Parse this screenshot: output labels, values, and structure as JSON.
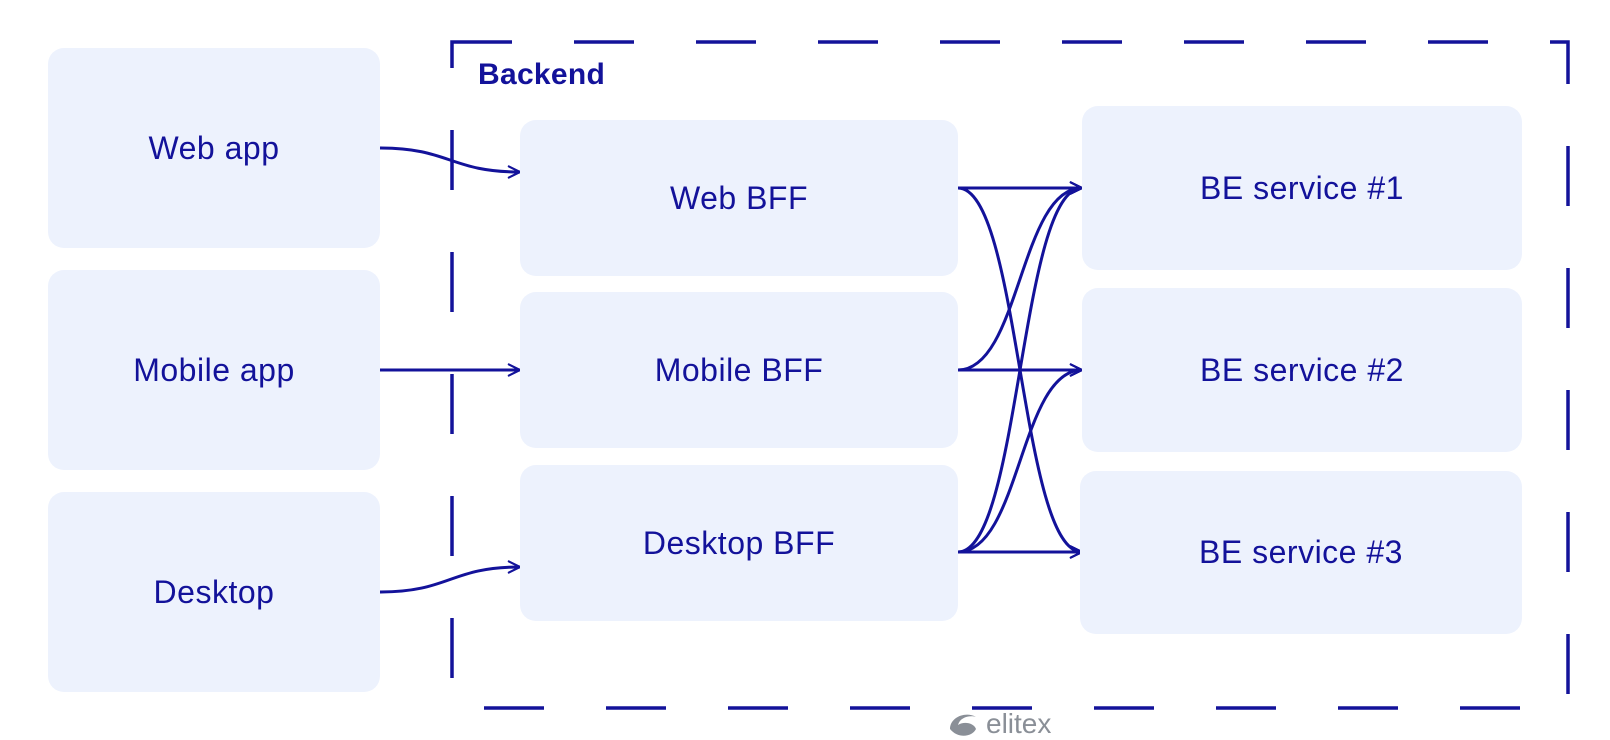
{
  "group": {
    "title": "Backend"
  },
  "clients": [
    {
      "id": "web",
      "label": "Web app"
    },
    {
      "id": "mobile",
      "label": "Mobile app"
    },
    {
      "id": "desktop",
      "label": "Desktop"
    }
  ],
  "bffs": [
    {
      "id": "web-bff",
      "label": "Web BFF"
    },
    {
      "id": "mobile-bff",
      "label": "Mobile BFF"
    },
    {
      "id": "desktop-bff",
      "label": "Desktop BFF"
    }
  ],
  "services": [
    {
      "id": "be1",
      "label": "BE service #1"
    },
    {
      "id": "be2",
      "label": "BE service #2"
    },
    {
      "id": "be3",
      "label": "BE service #3"
    }
  ],
  "edges": [
    {
      "from": "web",
      "to": "web-bff"
    },
    {
      "from": "mobile",
      "to": "mobile-bff"
    },
    {
      "from": "desktop",
      "to": "desktop-bff"
    },
    {
      "from": "web-bff",
      "to": "be1"
    },
    {
      "from": "web-bff",
      "to": "be3"
    },
    {
      "from": "mobile-bff",
      "to": "be1"
    },
    {
      "from": "mobile-bff",
      "to": "be2"
    },
    {
      "from": "desktop-bff",
      "to": "be1"
    },
    {
      "from": "desktop-bff",
      "to": "be2"
    },
    {
      "from": "desktop-bff",
      "to": "be3"
    }
  ],
  "colors": {
    "ink": "#13129a",
    "box_fill": "#edf2fd",
    "logo": "#8a8f97"
  },
  "logo": {
    "text": "elitex",
    "icon": "elitex-logo-icon"
  }
}
